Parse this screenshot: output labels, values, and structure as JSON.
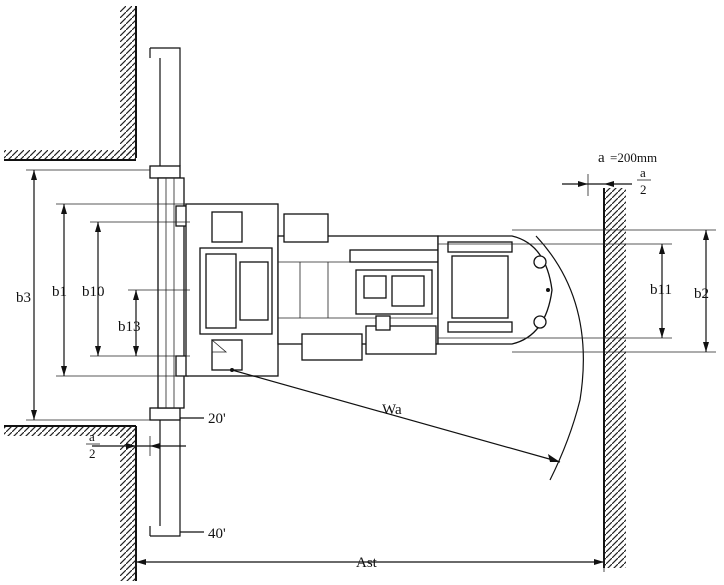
{
  "diagram": {
    "dimension_labels": {
      "b3": "b3",
      "b1": "b1",
      "b10": "b10",
      "b13": "b13",
      "b11": "b11",
      "b2": "b2",
      "wa": "Wa",
      "ast": "Ast",
      "a_top": "a",
      "a_top_eq": "=200mm",
      "half_a_top_num": "a",
      "half_a_top_den": "2",
      "half_a_bottom_num": "a",
      "half_a_bottom_den": "2",
      "pallet_20": "20'",
      "pallet_40": "40'"
    }
  }
}
